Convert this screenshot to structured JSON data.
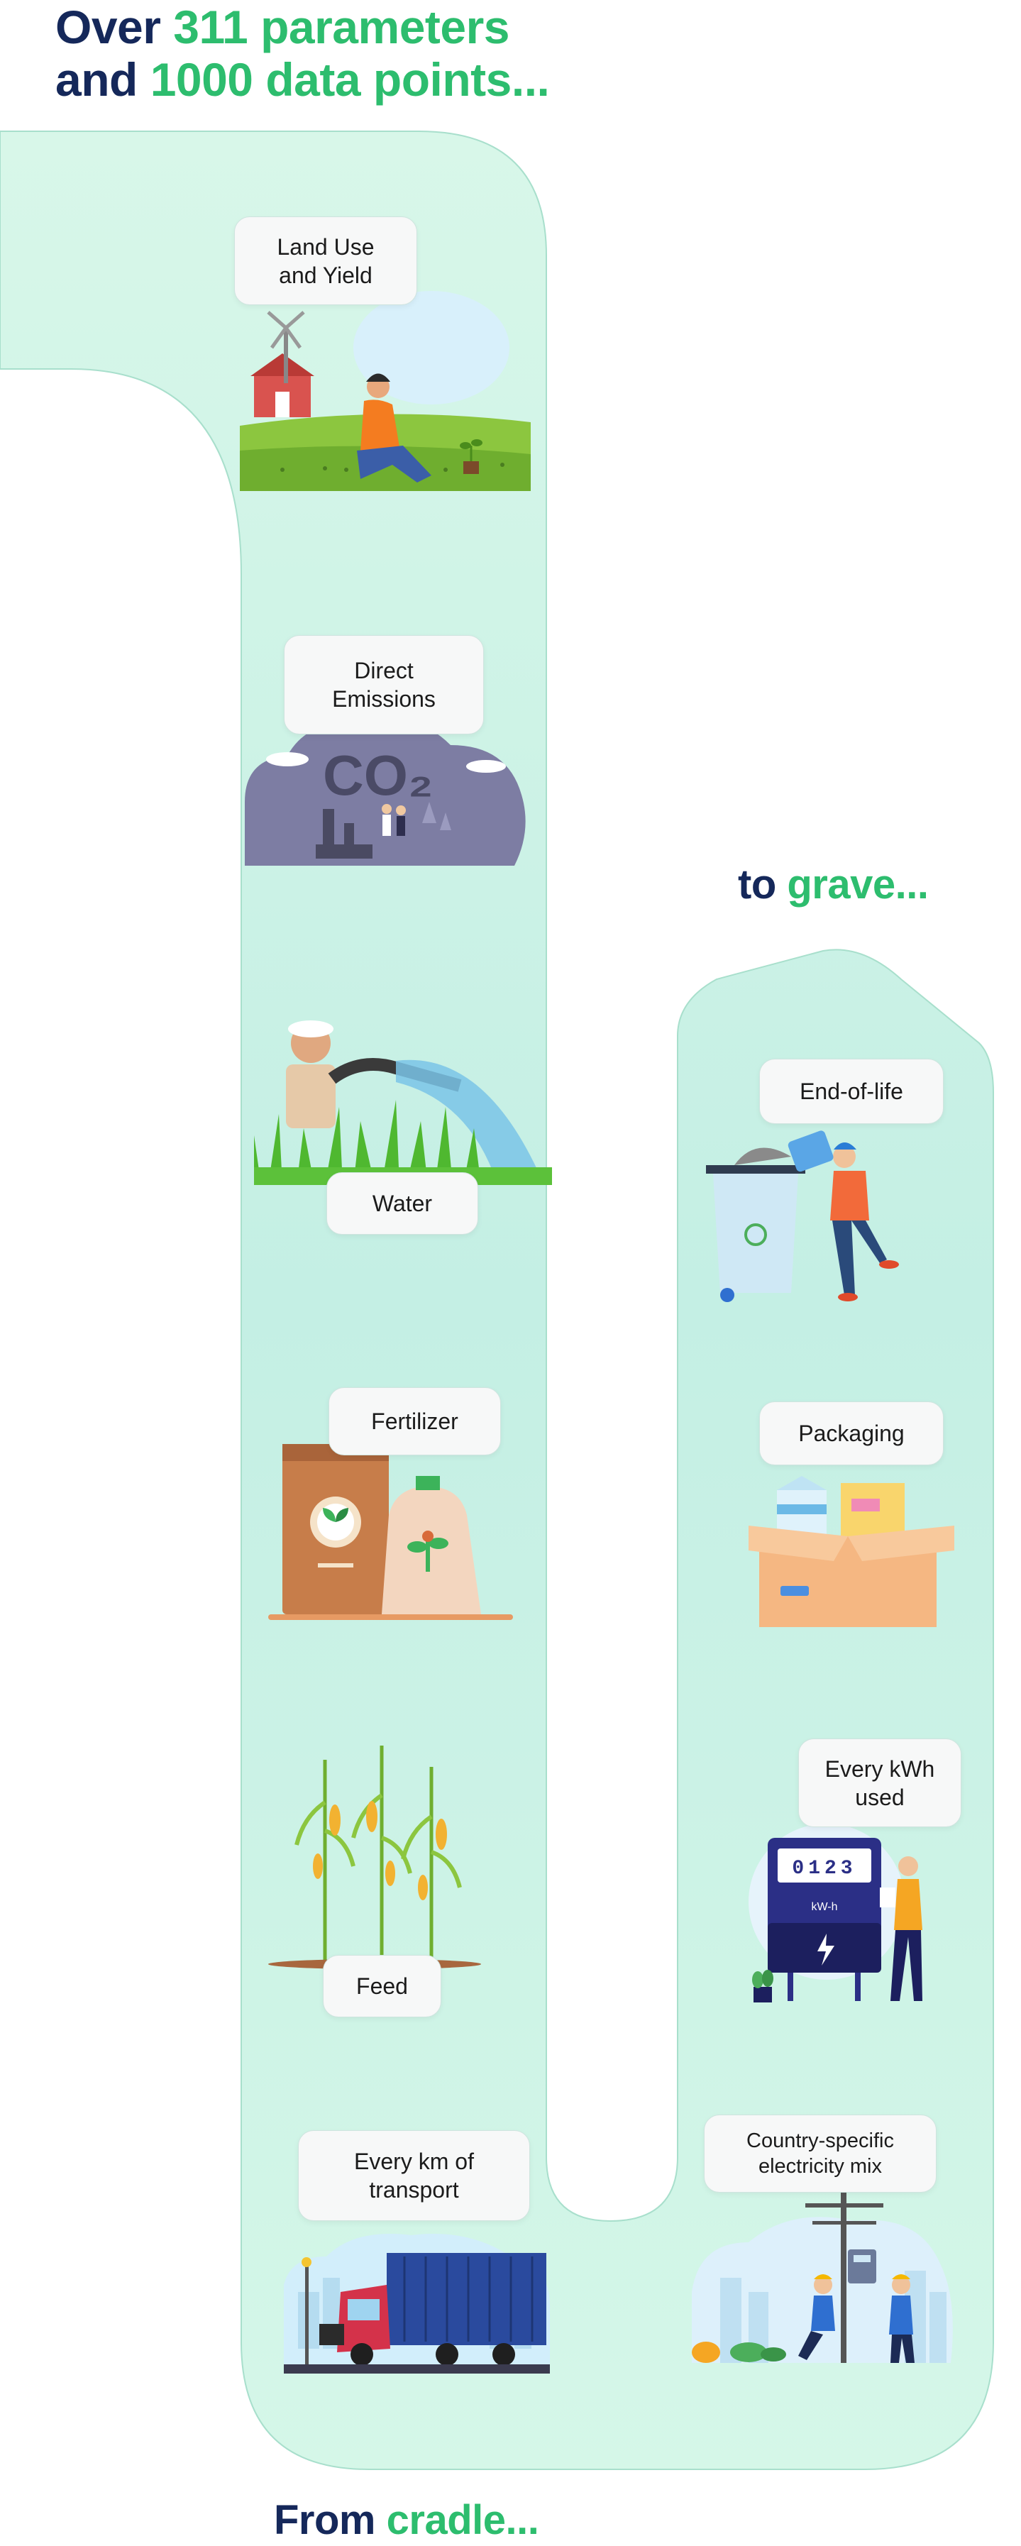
{
  "headline": {
    "line1_prefix": "Over ",
    "line1_highlight": "311 parameters",
    "line2_prefix": "and ",
    "line2_highlight": "1000 data points..."
  },
  "grave_heading": {
    "prefix": "to ",
    "highlight": "grave..."
  },
  "cradle_heading": {
    "prefix": "From ",
    "highlight": "cradle..."
  },
  "stages_left": {
    "land_use": "Land Use\nand Yield",
    "direct_emissions": "Direct\nEmissions",
    "water": "Water",
    "fertilizer": "Fertilizer",
    "feed": "Feed",
    "transport": "Every km of\ntransport"
  },
  "stages_right": {
    "end_of_life": "End-of-life",
    "packaging": "Packaging",
    "kwh": "Every kWh\nused",
    "electricity_mix": "Country-specific\nelectricity mix"
  },
  "illustration_text": {
    "co2": "CO₂",
    "meter_unit": "kW-h",
    "meter_digits": "0123"
  },
  "colors": {
    "navy": "#15285a",
    "green": "#2dbd6e",
    "track": "#c8f2e4",
    "track_edge": "#9fdcc8"
  }
}
